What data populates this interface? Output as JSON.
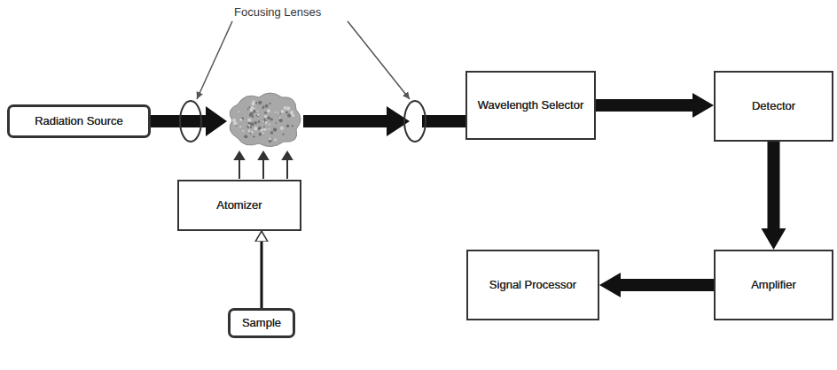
{
  "diagram": {
    "nodes": [
      {
        "text": [
          "Radiation Source"
        ]
      },
      {
        "text": [
          "Wavelength Selector"
        ]
      },
      {
        "text": [
          "Detector"
        ]
      },
      {
        "text": [
          "Atomizer"
        ]
      },
      {
        "text": [
          "Signal Processor"
        ]
      },
      {
        "text": [
          "Amplifier"
        ]
      },
      {
        "text": [
          "Sample"
        ]
      }
    ],
    "edges": [
      {
        "from": 6,
        "to": 3,
        "arrow": "to"
      },
      {
        "from": 1,
        "to": 2,
        "arrow": "to"
      },
      {
        "from": 2,
        "to": 5,
        "arrow": "to"
      },
      {
        "from": 5,
        "to": 4,
        "arrow": "to"
      }
    ],
    "labels": [
      "Focusing Lenses"
    ]
  }
}
